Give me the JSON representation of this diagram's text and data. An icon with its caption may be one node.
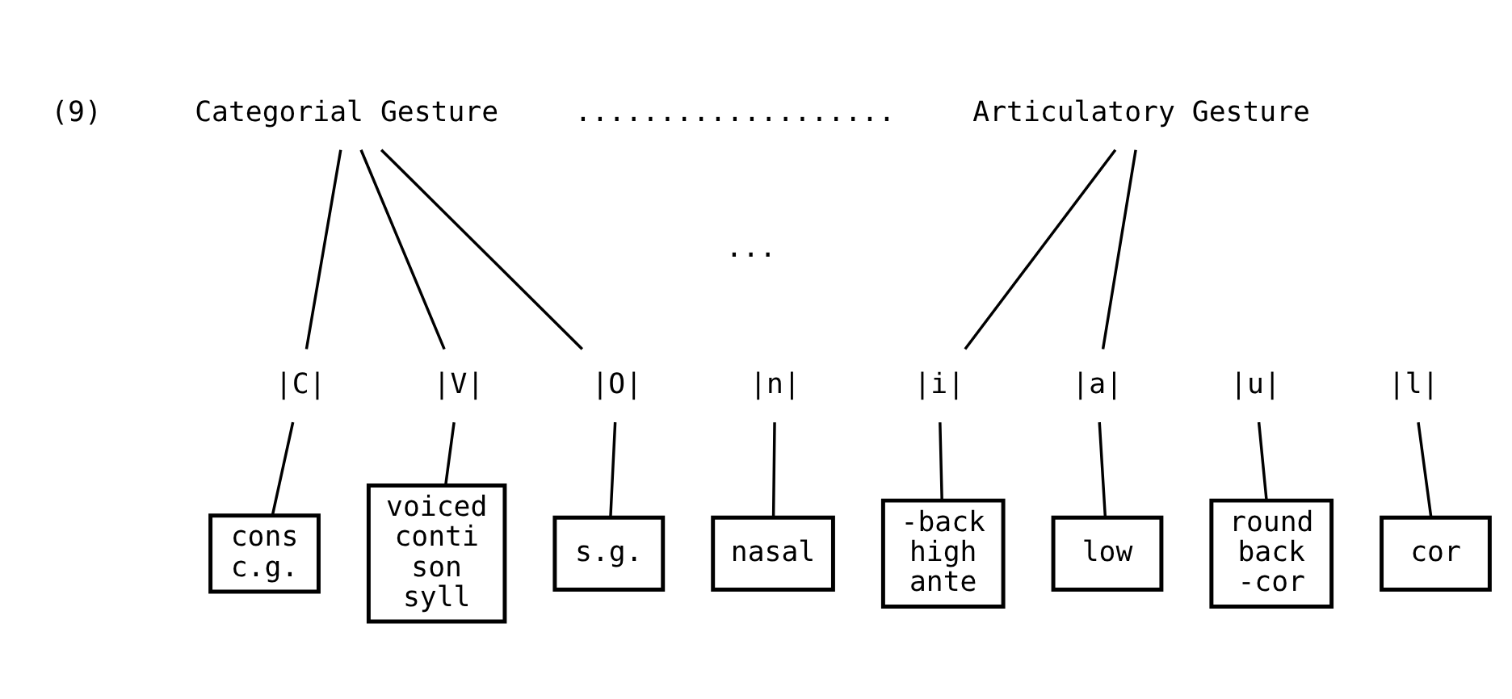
{
  "diagram": {
    "nodes": [
      {
        "text": [
          "Categorial Gesture"
        ]
      },
      {
        "text": [
          "Articulatory Gesture"
        ]
      },
      {
        "text": [
          "|C|"
        ]
      },
      {
        "text": [
          "|V|"
        ]
      },
      {
        "text": [
          "|O|"
        ]
      },
      {
        "text": [
          "|n|"
        ]
      },
      {
        "text": [
          "|i|"
        ]
      },
      {
        "text": [
          "|a|"
        ]
      },
      {
        "text": [
          "|u|"
        ]
      },
      {
        "text": [
          "|l|"
        ]
      },
      {
        "text": [
          "cons",
          "c.g."
        ]
      },
      {
        "text": [
          "voiced",
          "conti",
          "son",
          "syll"
        ]
      },
      {
        "text": [
          "s.g."
        ]
      },
      {
        "text": [
          "nasal"
        ]
      },
      {
        "text": [
          "-back",
          "high",
          "ante"
        ]
      },
      {
        "text": [
          "low"
        ]
      },
      {
        "text": [
          "round",
          "back",
          "-cor"
        ]
      },
      {
        "text": [
          "cor"
        ]
      }
    ],
    "edges": [
      {
        "from": 0,
        "to": 2,
        "arrow": "none"
      },
      {
        "from": 0,
        "to": 3,
        "arrow": "none"
      },
      {
        "from": 0,
        "to": 4,
        "arrow": "none"
      },
      {
        "from": 1,
        "to": 6,
        "arrow": "none"
      },
      {
        "from": 1,
        "to": 7,
        "arrow": "none"
      },
      {
        "from": 2,
        "to": 10,
        "arrow": "none"
      },
      {
        "from": 3,
        "to": 11,
        "arrow": "none"
      },
      {
        "from": 4,
        "to": 12,
        "arrow": "none"
      },
      {
        "from": 5,
        "to": 13,
        "arrow": "none"
      },
      {
        "from": 6,
        "to": 14,
        "arrow": "none"
      },
      {
        "from": 7,
        "to": 15,
        "arrow": "none"
      },
      {
        "from": 8,
        "to": 16,
        "arrow": "none"
      },
      {
        "from": 9,
        "to": 17,
        "arrow": "none"
      }
    ],
    "labels": [
      "(9)",
      "...................",
      "..."
    ]
  }
}
